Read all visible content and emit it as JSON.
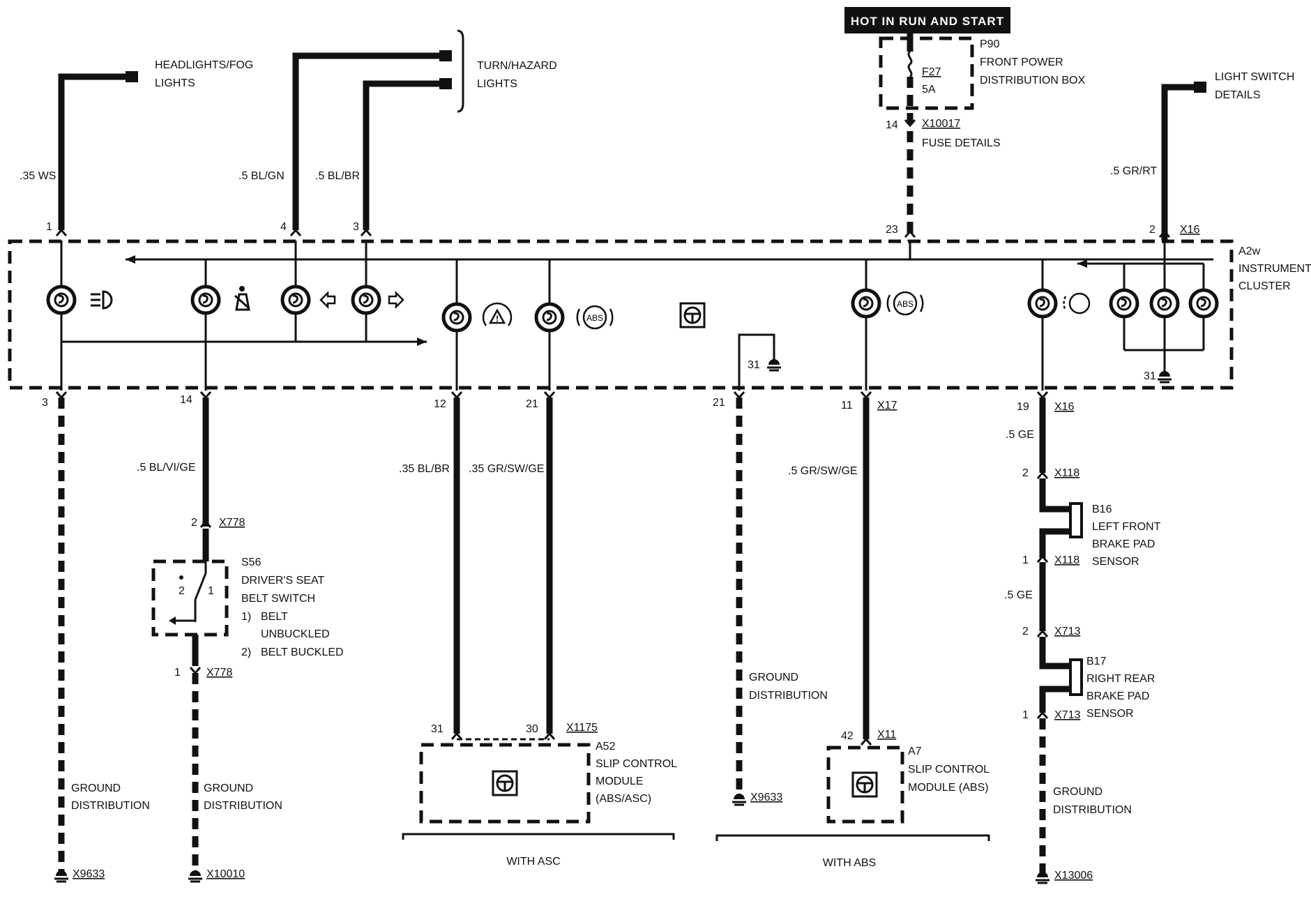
{
  "header": {
    "hot_label": "HOT IN RUN AND START"
  },
  "fuse_box": {
    "id": "P90",
    "name_line1": "FRONT POWER",
    "name_line2": "DISTRIBUTION BOX",
    "fuse_id": "F27",
    "fuse_rating": "5A",
    "pin": "14",
    "connector": "X10017",
    "details": "FUSE DETAILS"
  },
  "top_refs": {
    "headlights_line1": "HEADLIGHTS/FOG",
    "headlights_line2": "LIGHTS",
    "turn_line1": "TURN/HAZARD",
    "turn_line2": "LIGHTS",
    "light_switch_line1": "LIGHT SWITCH",
    "light_switch_line2": "DETAILS"
  },
  "top_wires": [
    {
      "color": ".35 WS",
      "pin": "1"
    },
    {
      "color": ".5 BL/GN",
      "pin": "4"
    },
    {
      "color": ".5 BL/BR",
      "pin": "3"
    },
    {
      "color": "",
      "pin": "23"
    },
    {
      "color": ".5 GR/RT",
      "pin": "2",
      "connector": "X16"
    }
  ],
  "cluster": {
    "id": "A2w",
    "name_line1": "INSTRUMENT",
    "name_line2": "CLUSTER",
    "ground_pin_1": "31",
    "ground_pin_2": "31",
    "abs_text_1": "ABS",
    "abs_text_2": "ABS"
  },
  "bottom_pins": {
    "p3": "3",
    "p14": "14",
    "p12": "12",
    "p21a": "21",
    "p21b": "21",
    "p11": "11",
    "x17": "X17",
    "p19": "19",
    "x16": "X16"
  },
  "wire_colors": {
    "seat": ".5 BL/VI/GE",
    "asc1": ".35 BL/BR",
    "asc2": ".35 GR/SW/GE",
    "abs": ".5 GR/SW/GE",
    "brake1": ".5 GE",
    "brake2": ".5 GE"
  },
  "seat_switch": {
    "pin_top": "2",
    "conn_top": "X778",
    "pin_bottom": "1",
    "conn_bottom": "X778",
    "contact_2": "2",
    "contact_1": "1",
    "id": "S56",
    "name_line1": "DRIVER'S SEAT",
    "name_line2": "BELT SWITCH",
    "state1_num": "1)",
    "state1_line1": "BELT",
    "state1_line2": "UNBUCKLED",
    "state2_num": "2)",
    "state2_line1": "BELT BUCKLED"
  },
  "asc_module": {
    "pin_a": "31",
    "pin_b": "30",
    "connector": "X1175",
    "id": "A52",
    "name_line1": "SLIP CONTROL",
    "name_line2": "MODULE",
    "name_line3": "(ABS/ASC)",
    "group": "WITH ASC"
  },
  "abs_module": {
    "pin": "42",
    "connector": "X11",
    "id": "A7",
    "name_line1": "SLIP CONTROL",
    "name_line2": "MODULE (ABS)",
    "group": "WITH ABS"
  },
  "brake_sensors": {
    "s1_pin_top": "2",
    "s1_conn_top": "X118",
    "s1_pin_bottom": "1",
    "s1_conn_bottom": "X118",
    "s1_id": "B16",
    "s1_line1": "LEFT FRONT",
    "s1_line2": "BRAKE PAD",
    "s1_line3": "SENSOR",
    "s2_pin_top": "2",
    "s2_conn_top": "X713",
    "s2_pin_bottom": "1",
    "s2_conn_bottom": "X713",
    "s2_id": "B17",
    "s2_line1": "RIGHT REAR",
    "s2_line2": "BRAKE PAD",
    "s2_line3": "SENSOR"
  },
  "grounds": {
    "g_dist_1_line1": "GROUND",
    "g_dist_1_line2": "DISTRIBUTION",
    "g1": "X9633",
    "g_dist_2_line1": "GROUND",
    "g_dist_2_line2": "DISTRIBUTION",
    "g2": "X10010",
    "g_dist_3_line1": "GROUND",
    "g_dist_3_line2": "DISTRIBUTION",
    "g3": "X9633",
    "g_dist_4_line1": "GROUND",
    "g_dist_4_line2": "DISTRIBUTION",
    "g4": "X13006"
  }
}
